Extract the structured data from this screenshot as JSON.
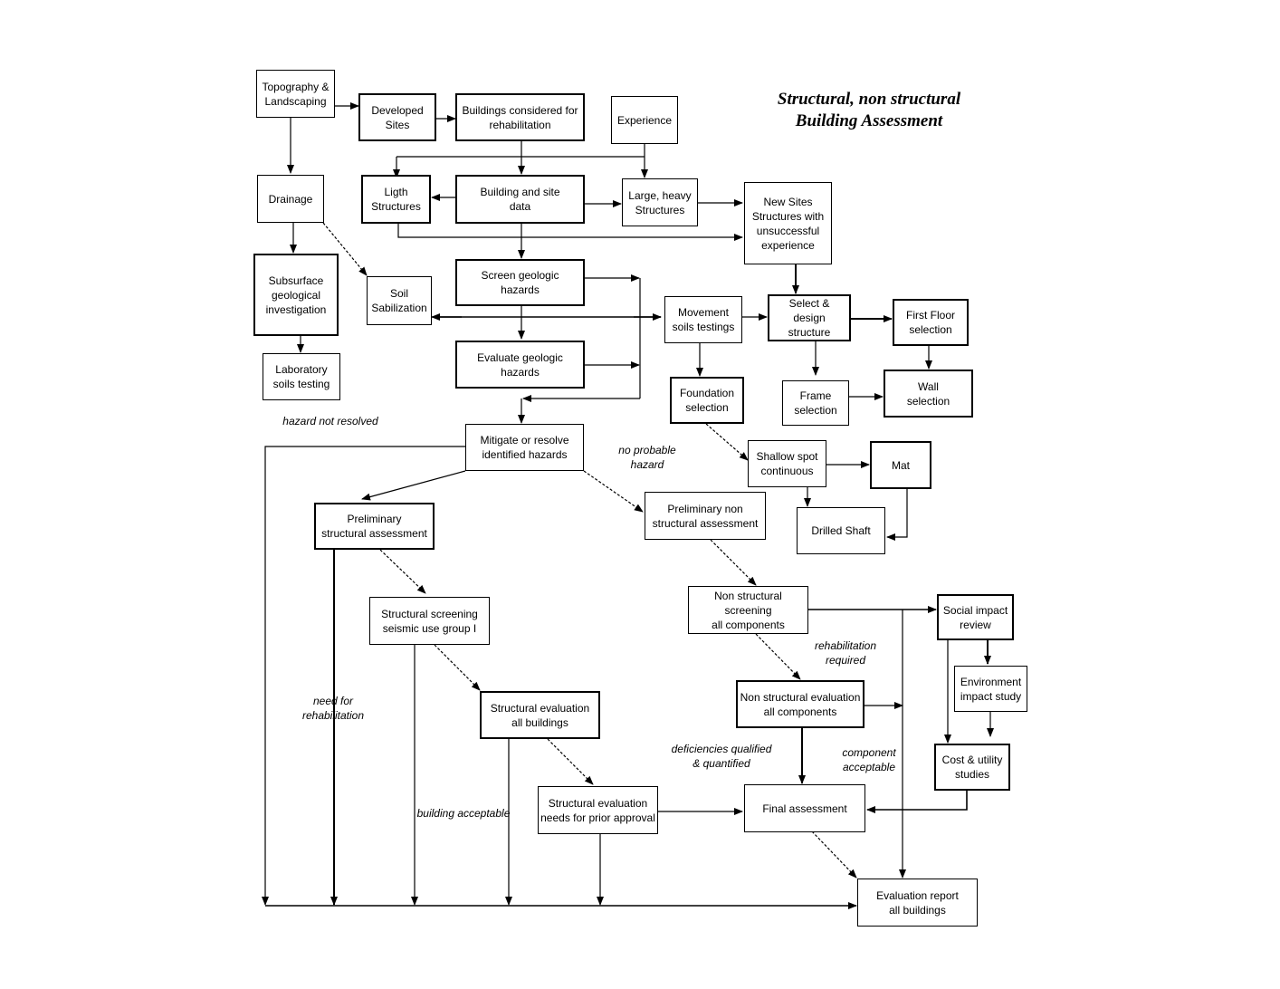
{
  "title": "Structural, non structural\nBuilding Assessment",
  "nodes": {
    "topography": "Topography &\nLandscaping",
    "developed_sites": "Developed\nSites",
    "buildings_rehab": "Buildings considered for\nrehabilitation",
    "experience": "Experience",
    "drainage": "Drainage",
    "ligth_structures": "Ligth\nStructures",
    "building_site_data": "Building and  site\ndata",
    "large_structures": "Large, heavy\nStructures",
    "new_sites": "New Sites\nStructures with\nunsuccessful\nexperience",
    "subsurface": "Subsurface\ngeological\ninvestigation",
    "soil_stabilization": "Soil\nSabilization",
    "screen_geologic": "Screen geologic\nhazards",
    "movement_soils": "Movement\nsoils testings",
    "select_design": "Select &\ndesign structure",
    "first_floor": "First Floor\nselection",
    "laboratory": "Laboratory\nsoils testing",
    "evaluate_geologic": "Evaluate geologic\nhazards",
    "foundation": "Foundation\nselection",
    "frame": "Frame\nselection",
    "wall": "Wall\nselection",
    "mitigate": "Mitigate or resolve\nidentified hazards",
    "shallow": "Shallow spot\ncontinuous",
    "mat": "Mat",
    "prelim_structural": "Preliminary\nstructural  assessment",
    "prelim_nonstructural": "Preliminary  non\nstructural  assessment",
    "drilled_shaft": "Drilled Shaft",
    "structural_screening": "Structural screening\nseismic use group I",
    "nonstructural_screening": "Non structural screening\nall components",
    "social_impact": "Social impact\nreview",
    "environment": "Environment\nimpact study",
    "structural_eval_all": "Structural evaluation\nall buildings",
    "nonstructural_eval": "Non structural evaluation\nall components",
    "cost_utility": "Cost & utility\nstudies",
    "structural_eval_prior": "Structural evaluation\nneeds for prior approval",
    "final_assessment": "Final assessment",
    "evaluation_report": "Evaluation report\nall buildings"
  },
  "notes": {
    "hazard_not_resolved": "hazard not resolved",
    "no_probable_hazard": "no probable\nhazard",
    "need_rehab": "need for\nrehabilitation",
    "rehab_required": "rehabilitation\nrequired",
    "deficiencies": "deficiencies qualified\n& quantified",
    "component_acceptable": "component\nacceptable",
    "building_acceptable": "building acceptable"
  }
}
